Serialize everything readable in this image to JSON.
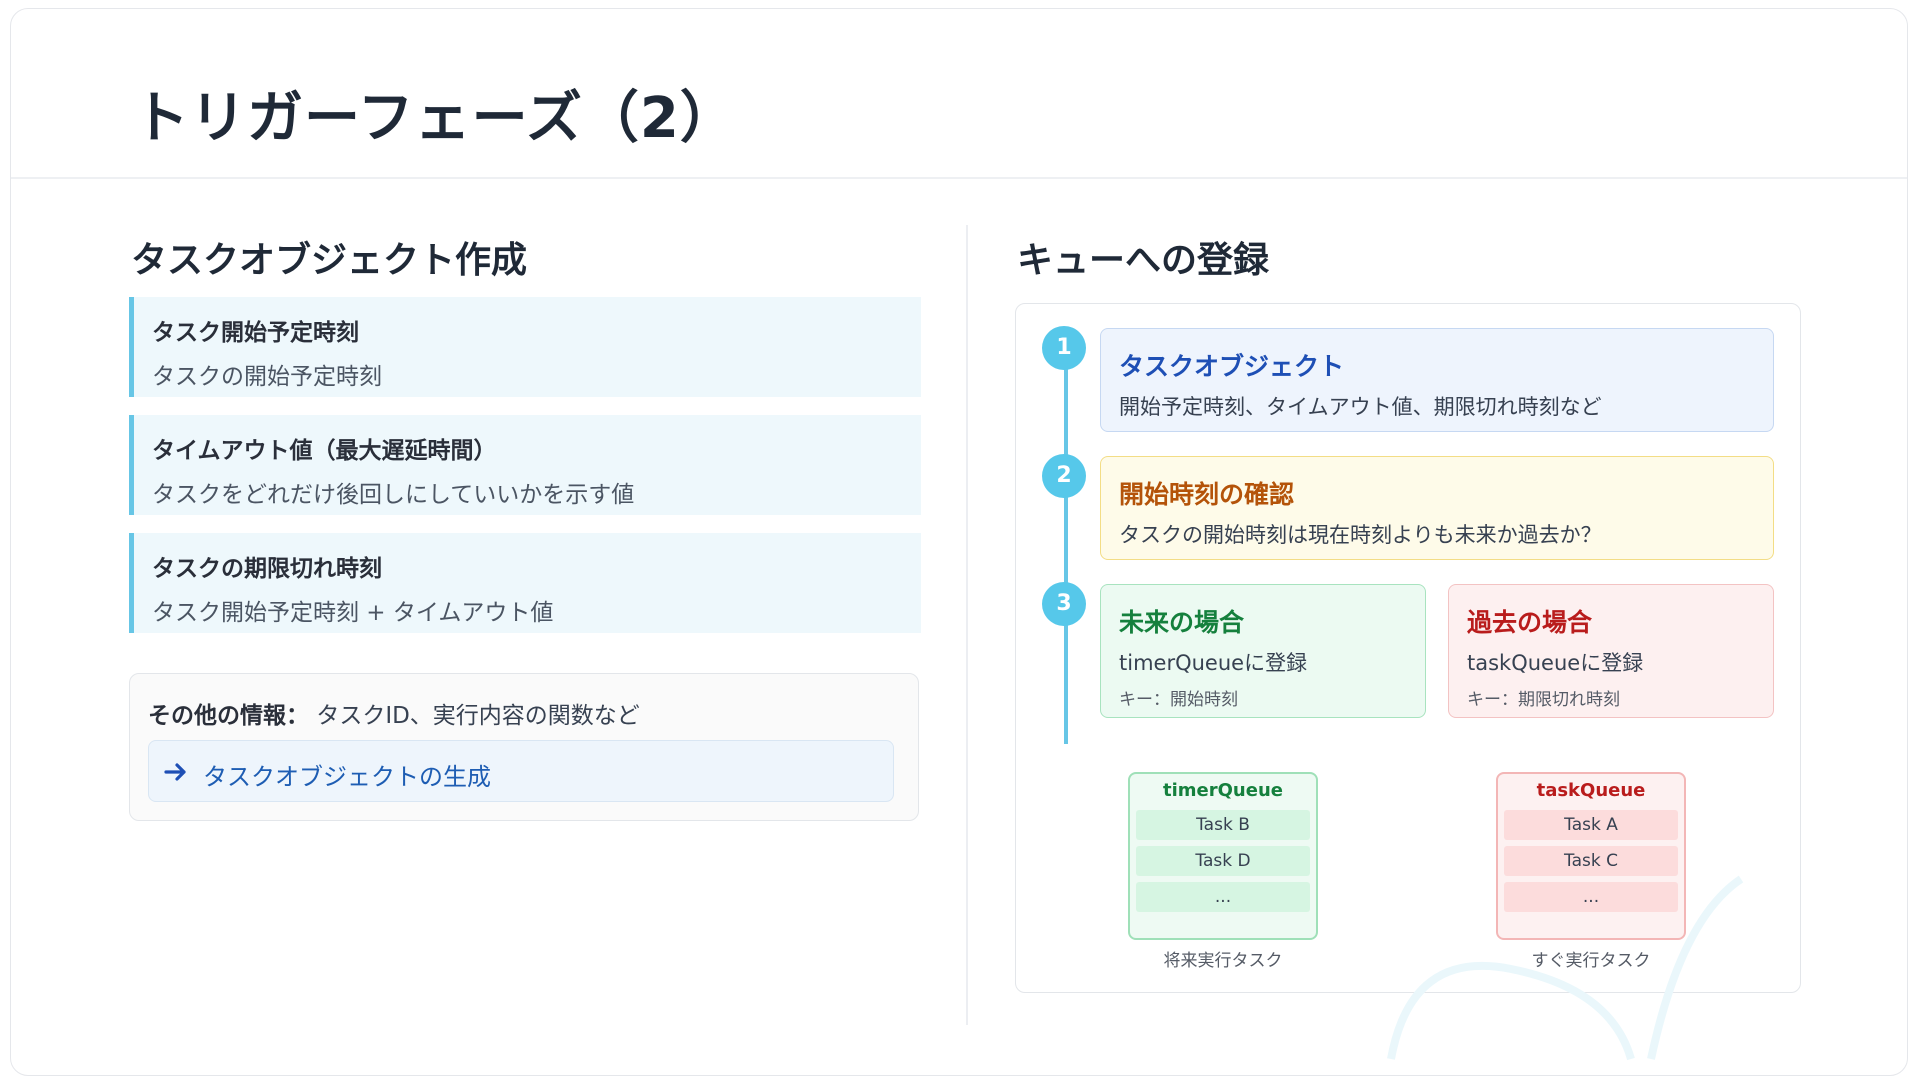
{
  "title": "トリガーフェーズ（2）",
  "left": {
    "heading": "タスクオブジェクト作成",
    "items": [
      {
        "title": "タスク開始予定時刻",
        "desc": "タスクの開始予定時刻"
      },
      {
        "title": "タイムアウト値（最大遅延時間）",
        "desc": "タスクをどれだけ後回しにしていいかを示す値"
      },
      {
        "title": "タスクの期限切れ時刻",
        "desc": "タスク開始予定時刻 + タイムアウト値"
      }
    ],
    "other": {
      "label": "その他の情報：",
      "text": "タスクID、実行内容の関数など",
      "link": "タスクオブジェクトの生成"
    }
  },
  "right": {
    "heading": "キューへの登録",
    "steps": [
      {
        "num": "1",
        "title": "タスクオブジェクト",
        "desc": "開始予定時刻、タイムアウト値、期限切れ時刻など"
      },
      {
        "num": "2",
        "title": "開始時刻の確認",
        "desc": "タスクの開始時刻は現在時刻よりも未来か過去か？"
      },
      {
        "num": "3"
      }
    ],
    "cases": [
      {
        "title": "未来の場合",
        "desc": "timerQueueに登録",
        "note": "キー：開始時刻"
      },
      {
        "title": "過去の場合",
        "desc": "taskQueueに登録",
        "note": "キー：期限切れ時刻"
      }
    ],
    "queues": [
      {
        "name": "timerQueue",
        "items": [
          "Task B",
          "Task D",
          "..."
        ],
        "caption": "将来実行タスク"
      },
      {
        "name": "taskQueue",
        "items": [
          "Task A",
          "Task C",
          "..."
        ],
        "caption": "すぐ実行タスク"
      }
    ]
  },
  "colors": {
    "accent": "#56c8ea",
    "step1": "#1e4fb5",
    "step2": "#b45309",
    "future": "#15803d",
    "past": "#b91c1c"
  }
}
